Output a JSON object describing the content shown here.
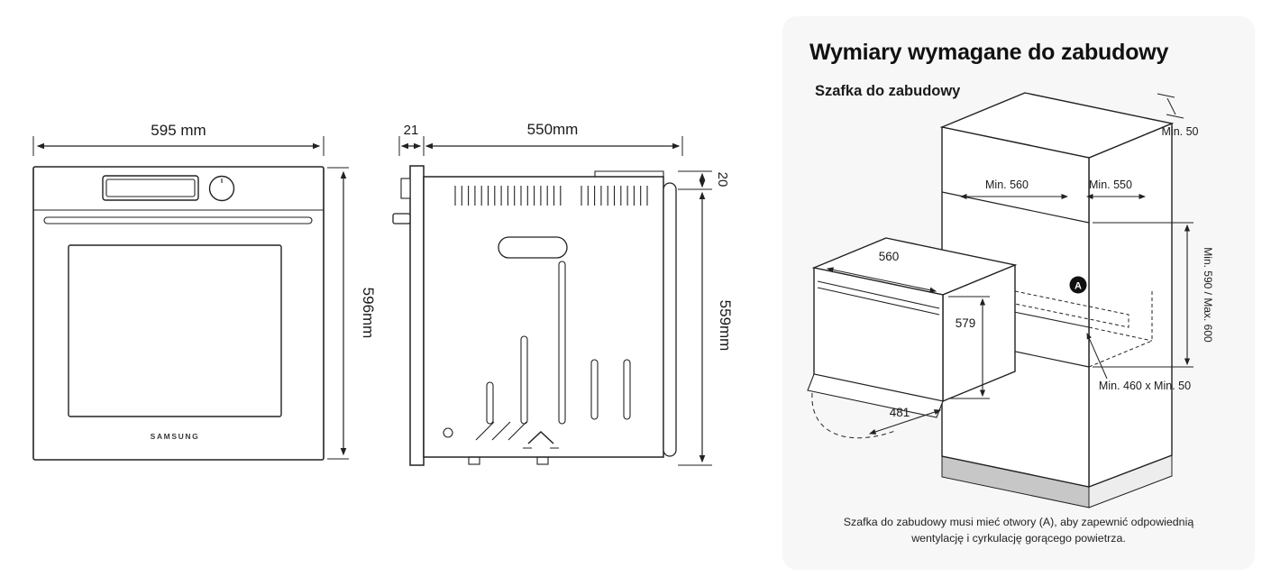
{
  "front_view": {
    "width": "595 mm",
    "height": "596mm",
    "brand": "SAMSUNG"
  },
  "side_view": {
    "front_offset": "21",
    "depth": "550mm",
    "top_clearance": "20",
    "height": "559mm"
  },
  "cabinet_panel": {
    "title": "Wymiary wymagane do zabudowy",
    "subtitle": "Szafka do zabudowy",
    "dimensions": {
      "top_clearance": "Min. 50",
      "niche_width": "Min. 560",
      "niche_depth": "Min. 550",
      "niche_height": "Min. 590 / Max. 600",
      "oven_width": "560",
      "oven_height": "579",
      "door_open_depth": "481",
      "vent_size": "Min. 460 x Min. 50",
      "vent_marker": "A"
    },
    "caption_line1": "Szafka do zabudowy musi mieć otwory (A), aby zapewnić odpowiednią",
    "caption_line2": "wentylację i cyrkulację gorącego powietrza."
  },
  "colors": {
    "panel_bg": "#f7f7f7",
    "line": "#222222",
    "plinth": "#c7c7c7"
  }
}
